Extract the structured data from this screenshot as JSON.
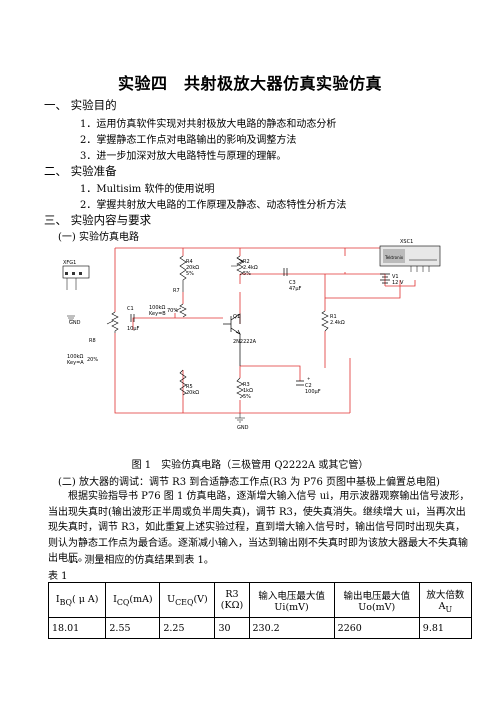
{
  "title": "实验四　共射极放大器仿真实验仿真",
  "sections": [
    {
      "label": "一、 实验目的",
      "items": [
        "1．运用仿真软件实现对共射极放大电路的静态和动态分析",
        "2．掌握静态工作点对电路输出的影响及调整方法",
        "3．进一步加深对放大电路特性与原理的理解。"
      ]
    },
    {
      "label": "二、 实验准备",
      "items": [
        "1．Multisim 软件的使用说明",
        "2．掌握共射放大电路的工作原理及静态、动态特性分析方法"
      ]
    },
    {
      "label": "三、 实验内容与要求"
    }
  ],
  "subsection_1": "(一) 实验仿真电路",
  "circuit": {
    "xfg": "XFG1",
    "xsc": "XSC1",
    "scope_brand": "Tektronix",
    "gnd": "GND",
    "r4": [
      "R4",
      "20kΩ",
      "5%"
    ],
    "r2": [
      "R2",
      "2.4kΩ",
      "5%"
    ],
    "r7": [
      "R7",
      "100kΩ",
      "Key=B",
      "70%"
    ],
    "c3": [
      "C3",
      "47µF"
    ],
    "v1": [
      "V1",
      "12 V"
    ],
    "c1": [
      "C1",
      "10µF"
    ],
    "q1": [
      "Q1",
      "2N2222A"
    ],
    "r1": [
      "R1",
      "2.4kΩ"
    ],
    "r8": [
      "R8",
      "100kΩ",
      "Key=A",
      "20%"
    ],
    "r5": [
      "R5",
      "20kΩ"
    ],
    "r3": [
      "R3",
      "1kΩ",
      "5%"
    ],
    "c2": [
      "C2",
      "100µF"
    ]
  },
  "figure_caption": "图 1　实验仿真电路（三极管用 Q2222A 或其它管）",
  "subsection_2": "(二) 放大器的调试：调节 R3 到合适静态工作点(R3 为 P76 页图中基极上偏置总电阻)",
  "paragraph": "根据实验指导书 P76 图 1 仿真电路，逐渐增大输入信号 ui，用示波器观察输出信号波形，当出现失真时(输出波形正半周或负半周失真)，调节 R3，使失真消失。继续增大 ui，当再次出现失真时，调节 R3，如此重复上述实验过程，直到增大输入信号时，输出信号同时出现失真，则认为静态工作点为最合适。逐渐减小输入，当达到输出刚不失真时即为该放大器最大不失真输出电压。",
  "item_measure": "1．测量相应的仿真结果到表 1。",
  "table_label": "表 1",
  "table": {
    "headers": [
      "I_BQ( μ A)",
      "I_CQ(mA)",
      "U_CEQ(V)",
      "R3 (KΩ)",
      "输入电压最大值 Ui(mV)",
      "输出电压最大值 Uo(mV)",
      "放大倍数 A_U"
    ],
    "rows": [
      [
        "18.01",
        "2.55",
        "2.25",
        "30",
        "230.2",
        "2260",
        "9.81"
      ]
    ]
  }
}
